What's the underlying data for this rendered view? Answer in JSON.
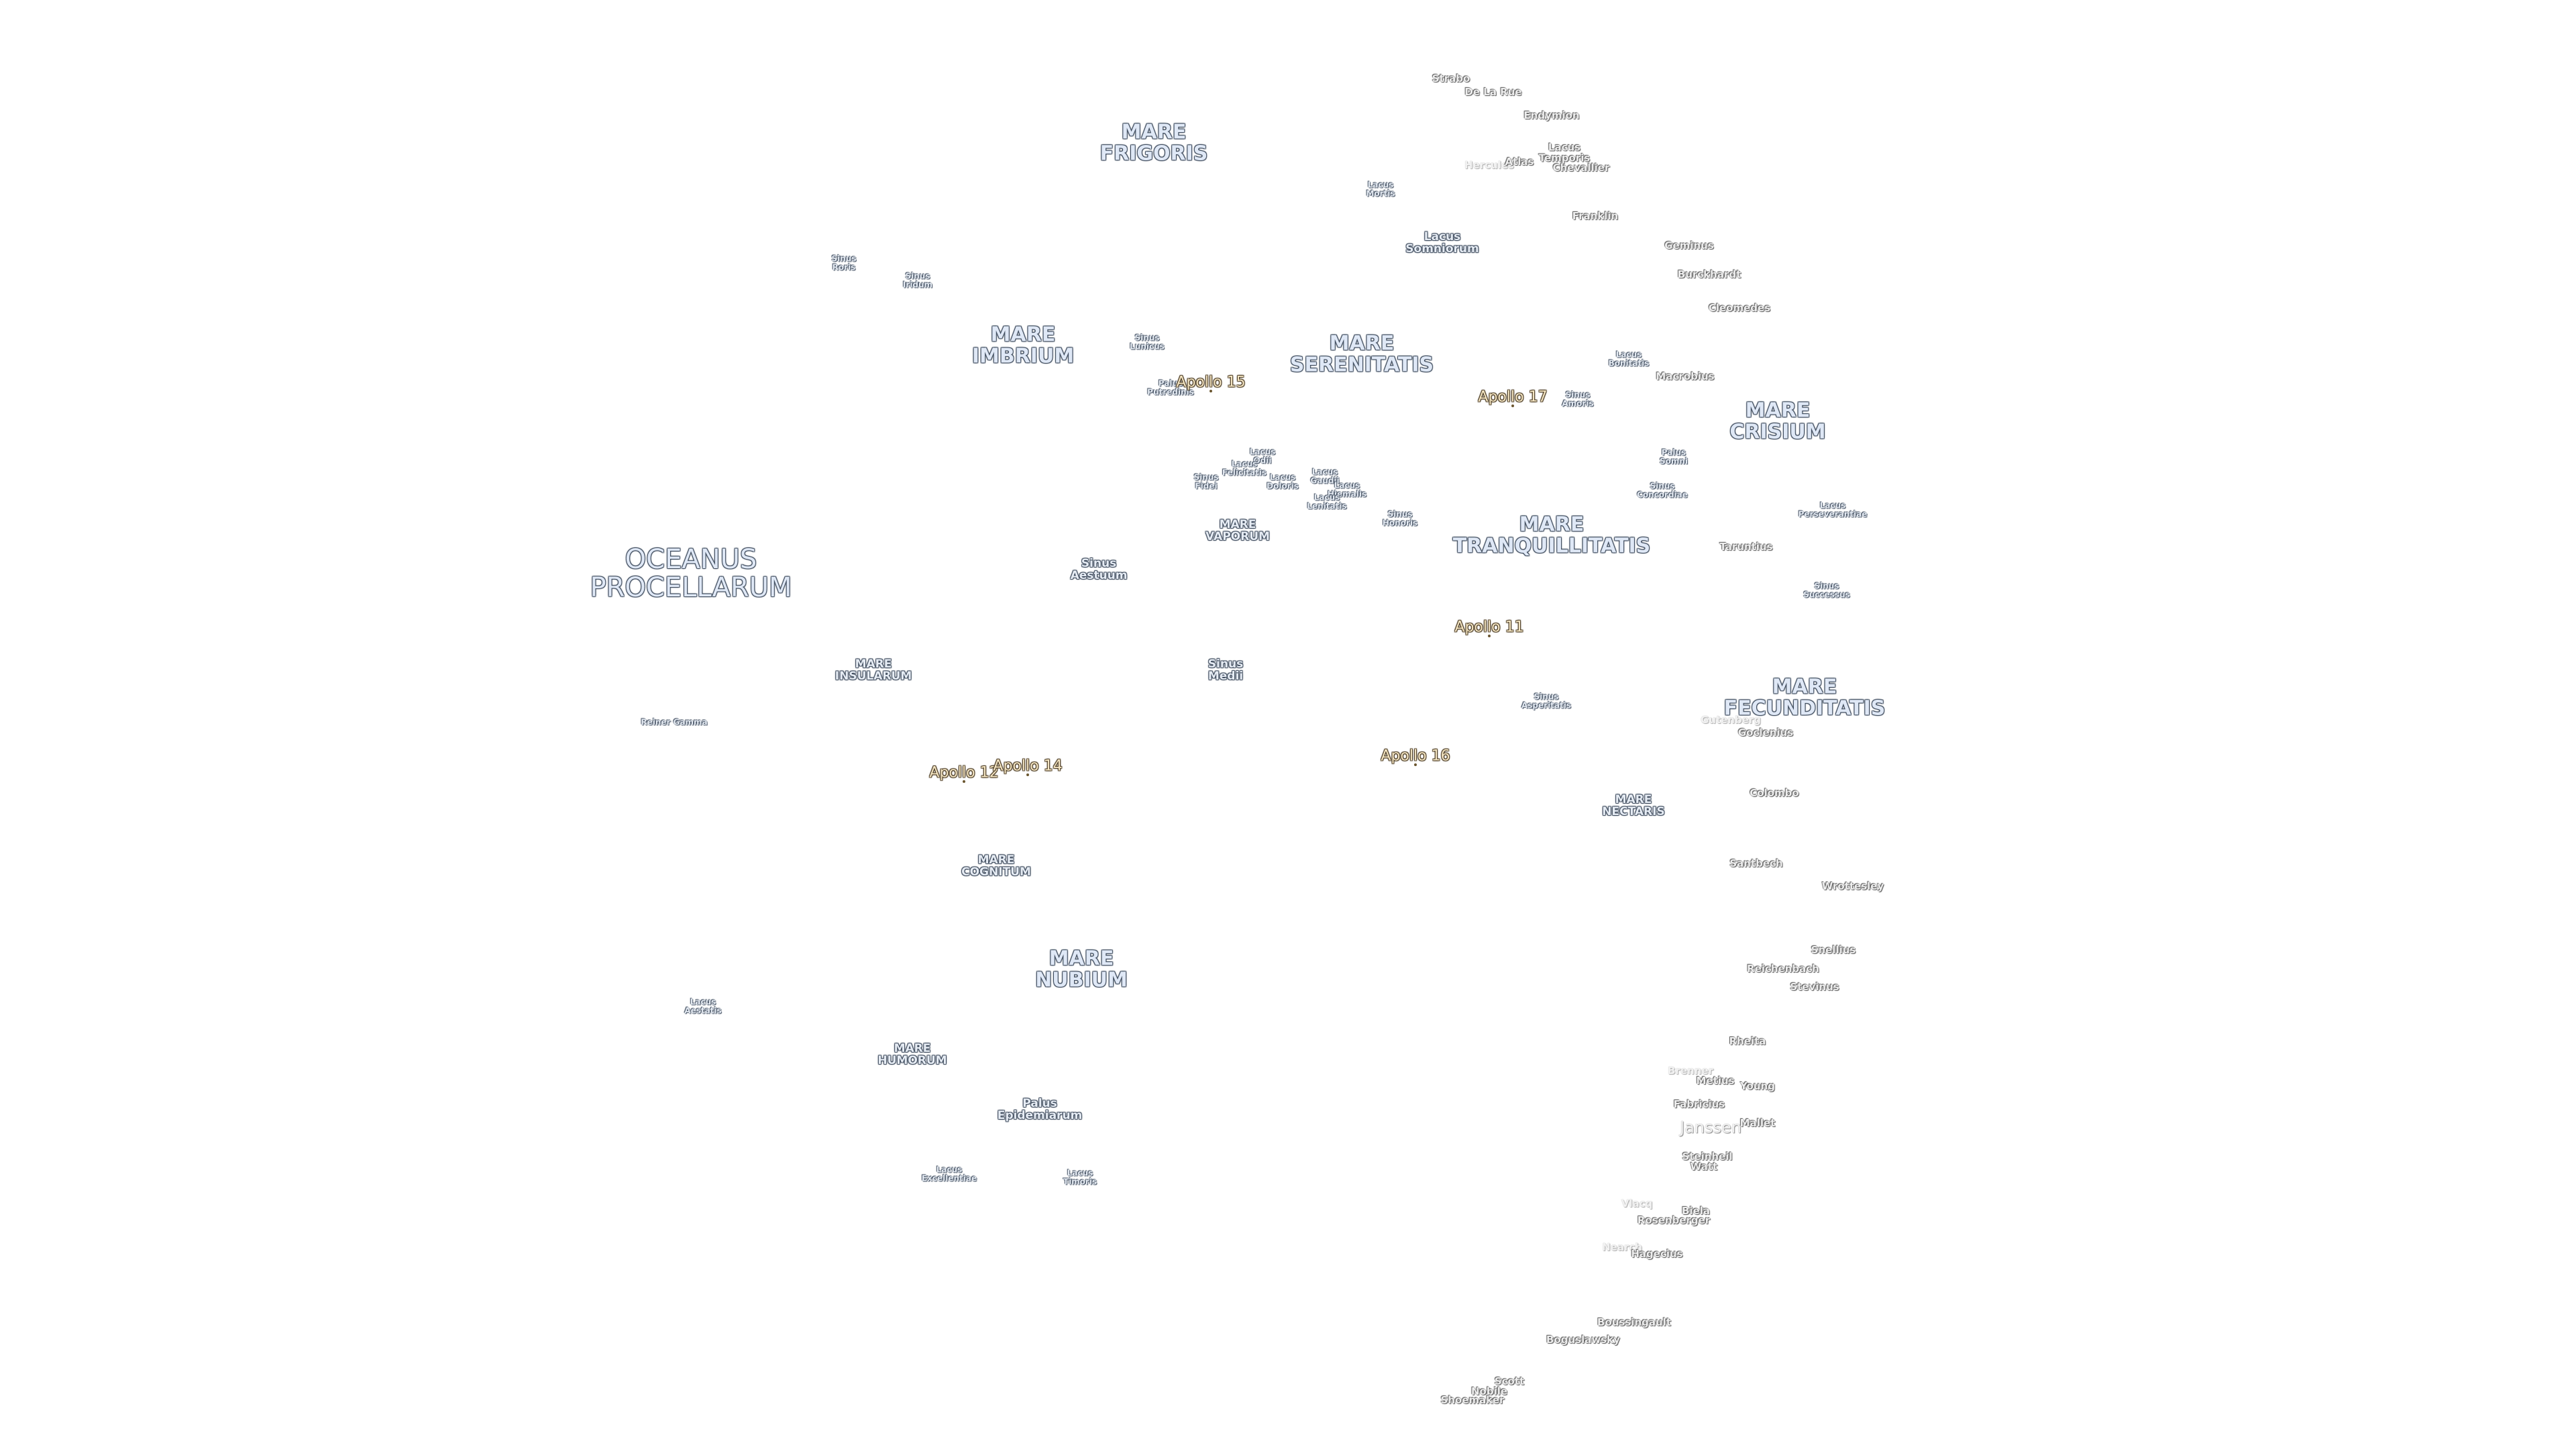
{
  "labels": [
    {
      "text": "OCEANUS\nPROCELLARUM",
      "kind": "ocean"
    },
    {
      "text": "MARE\nFRIGORIS",
      "kind": "mare"
    },
    {
      "text": "MARE\nIMBRIUM",
      "kind": "mare"
    },
    {
      "text": "MARE\nSERENITATIS",
      "kind": "mare"
    },
    {
      "text": "MARE\nCRISIUM",
      "kind": "mare"
    },
    {
      "text": "MARE\nTRANQUILLITATIS",
      "kind": "mare"
    },
    {
      "text": "MARE\nFECUNDITATIS",
      "kind": "mare"
    },
    {
      "text": "MARE\nINSULARUM",
      "kind": "sinus"
    },
    {
      "text": "MARE\nVAPORUM",
      "kind": "sinus"
    },
    {
      "text": "MARE\nNECTARIS",
      "kind": "sinus"
    },
    {
      "text": "MARE\nCOGNITUM",
      "kind": "sinus"
    },
    {
      "text": "MARE\nNUBIUM",
      "kind": "mare"
    },
    {
      "text": "MARE\nHUMORUM",
      "kind": "sinus"
    },
    {
      "text": "Lacus\nSomniorum",
      "kind": "sinus"
    },
    {
      "text": "Lacus\nMortis",
      "kind": "small"
    },
    {
      "text": "Sinus\nRoris",
      "kind": "small"
    },
    {
      "text": "Sinus\nIridum",
      "kind": "small"
    },
    {
      "text": "Sinus\nLunicus",
      "kind": "small"
    },
    {
      "text": "Palus\nPutredinis",
      "kind": "small"
    },
    {
      "text": "Lacus\nOdii",
      "kind": "small"
    },
    {
      "text": "Lacus\nFelicitatis",
      "kind": "small"
    },
    {
      "text": "Sinus\nFidei",
      "kind": "small"
    },
    {
      "text": "Lacus\nDoloris",
      "kind": "small"
    },
    {
      "text": "Lacus\nGaudii",
      "kind": "small"
    },
    {
      "text": "Lacus\nHiemalis",
      "kind": "small"
    },
    {
      "text": "Lacus\nLenitatis",
      "kind": "small"
    },
    {
      "text": "Sinus\nHonoris",
      "kind": "small"
    },
    {
      "text": "Sinus\nAestuum",
      "kind": "sinus"
    },
    {
      "text": "Sinus\nMedii",
      "kind": "sinus"
    },
    {
      "text": "Sinus\nAmoris",
      "kind": "small"
    },
    {
      "text": "Lacus\nBonitatis",
      "kind": "small"
    },
    {
      "text": "Palus\nSomni",
      "kind": "small"
    },
    {
      "text": "Sinus\nConcordiae",
      "kind": "small"
    },
    {
      "text": "Lacus\nPerseverantiae",
      "kind": "small"
    },
    {
      "text": "Sinus\nSuccessus",
      "kind": "small"
    },
    {
      "text": "Sinus\nAsperitatis",
      "kind": "small"
    },
    {
      "text": "Palus\nEpidemiarum",
      "kind": "sinus"
    },
    {
      "text": "Lacus\nExcellentiae",
      "kind": "small"
    },
    {
      "text": "Lacus\nTimoris",
      "kind": "small"
    },
    {
      "text": "Lacus\nAestatis",
      "kind": "small"
    },
    {
      "text": "Reiner Gamma",
      "kind": "small"
    },
    {
      "text": "Strabo",
      "kind": "crater"
    },
    {
      "text": "De La Rue",
      "kind": "crater"
    },
    {
      "text": "Endymion",
      "kind": "crater"
    },
    {
      "text": "Hercules",
      "kind": "crater-faint"
    },
    {
      "text": "Atlas",
      "kind": "crater"
    },
    {
      "text": "Lacus\nTemporis",
      "kind": "crater"
    },
    {
      "text": "Chevallier",
      "kind": "crater"
    },
    {
      "text": "Franklin",
      "kind": "crater"
    },
    {
      "text": "Geminus",
      "kind": "crater"
    },
    {
      "text": "Burckhardt",
      "kind": "crater"
    },
    {
      "text": "Cleomedes",
      "kind": "crater"
    },
    {
      "text": "Macrobius",
      "kind": "crater"
    },
    {
      "text": "Taruntius",
      "kind": "crater"
    },
    {
      "text": "Gutenberg",
      "kind": "crater-faint"
    },
    {
      "text": "Goclenius",
      "kind": "crater"
    },
    {
      "text": "Colombo",
      "kind": "crater"
    },
    {
      "text": "Santbech",
      "kind": "crater"
    },
    {
      "text": "Wrottesley",
      "kind": "crater"
    },
    {
      "text": "Snellius",
      "kind": "crater"
    },
    {
      "text": "Reichenbach",
      "kind": "crater"
    },
    {
      "text": "Stevinus",
      "kind": "crater"
    },
    {
      "text": "Rheita",
      "kind": "crater"
    },
    {
      "text": "Brenner",
      "kind": "crater-faint"
    },
    {
      "text": "Metius",
      "kind": "crater"
    },
    {
      "text": "Young",
      "kind": "crater"
    },
    {
      "text": "Fabricius",
      "kind": "crater"
    },
    {
      "text": "Janssen",
      "kind": "crater-big"
    },
    {
      "text": "Mallet",
      "kind": "crater"
    },
    {
      "text": "Steinheil",
      "kind": "crater"
    },
    {
      "text": "Watt",
      "kind": "crater"
    },
    {
      "text": "Vlacq",
      "kind": "crater-faint"
    },
    {
      "text": "Biela",
      "kind": "crater"
    },
    {
      "text": "Rosenberger",
      "kind": "crater"
    },
    {
      "text": "Nearch",
      "kind": "crater-faint"
    },
    {
      "text": "Hagecius",
      "kind": "crater"
    },
    {
      "text": "Boussingault",
      "kind": "crater"
    },
    {
      "text": "Boguslawsky",
      "kind": "crater"
    },
    {
      "text": "Scott",
      "kind": "crater"
    },
    {
      "text": "Nobile",
      "kind": "crater"
    },
    {
      "text": "Shoemaker",
      "kind": "crater"
    },
    {
      "text": "Apollo 15",
      "kind": "apollo"
    },
    {
      "text": "Apollo 17",
      "kind": "apollo"
    },
    {
      "text": "Apollo 11",
      "kind": "apollo"
    },
    {
      "text": "Apollo 16",
      "kind": "apollo"
    },
    {
      "text": "Apollo 12",
      "kind": "apollo"
    },
    {
      "text": "Apollo 14",
      "kind": "apollo"
    }
  ]
}
